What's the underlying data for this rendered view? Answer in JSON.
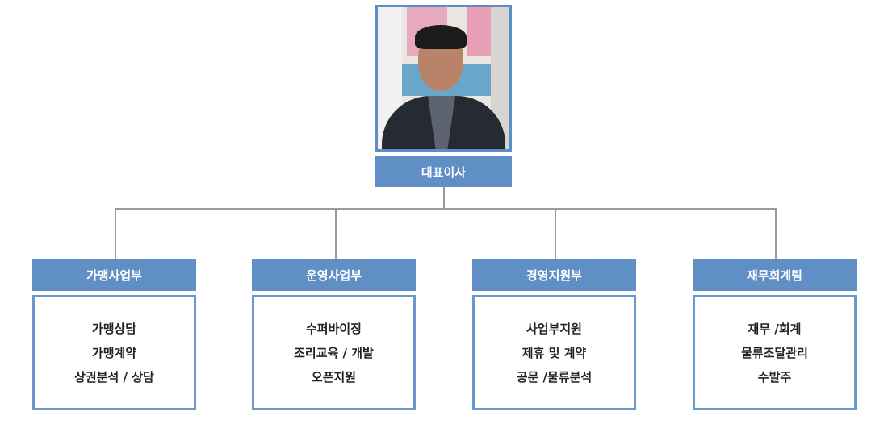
{
  "ceo": {
    "title": "대표이사"
  },
  "departments": [
    {
      "name": "가맹사업부",
      "duties": [
        "가맹상담",
        "가맹계약",
        "상권분석 / 상담"
      ]
    },
    {
      "name": "운영사업부",
      "duties": [
        "수퍼바이징",
        "조리교육 / 개발",
        "오픈지원"
      ]
    },
    {
      "name": "경영지원부",
      "duties": [
        "사업부지원",
        "제휴 및 계약",
        "공문 /물류분석"
      ]
    },
    {
      "name": "재무회계팀",
      "duties": [
        "재무 /회계",
        "물류조달관리",
        "수발주"
      ]
    }
  ],
  "colors": {
    "accent": "#5f8fc4",
    "border": "#6a98cc",
    "connector": "#9a9a9a"
  }
}
